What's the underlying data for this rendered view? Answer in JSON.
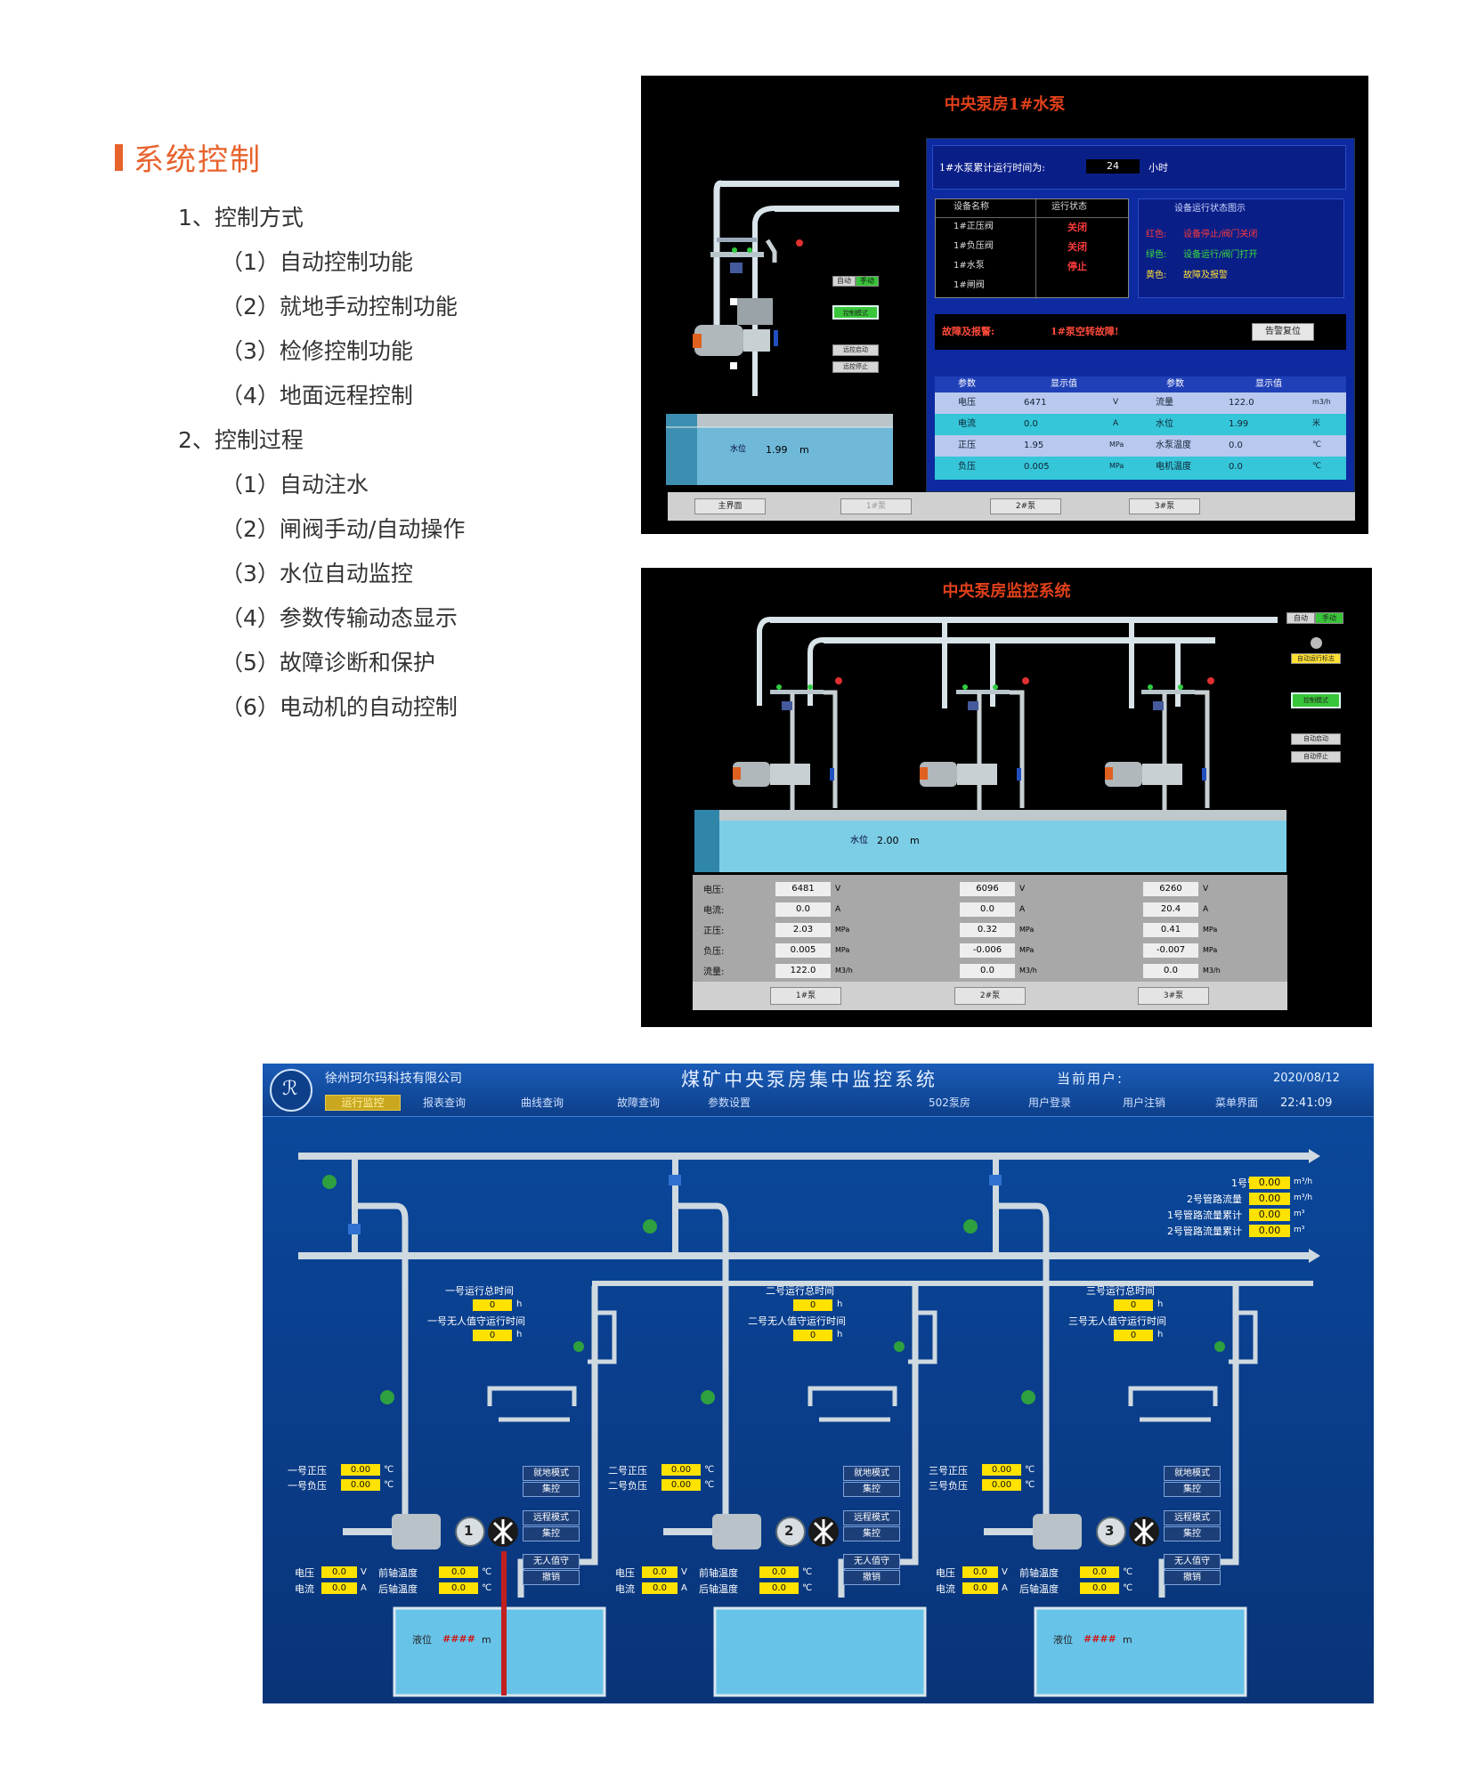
{
  "heading": "系统控制",
  "outline": [
    {
      "label": "1、控制方式",
      "level": 1
    },
    {
      "label": "（1）自动控制功能",
      "level": 2
    },
    {
      "label": "（2）就地手动控制功能",
      "level": 2
    },
    {
      "label": "（3）检修控制功能",
      "level": 2
    },
    {
      "label": "（4）地面远程控制",
      "level": 2
    },
    {
      "label": "2、控制过程",
      "level": 1
    },
    {
      "label": "（1）自动注水",
      "level": 2
    },
    {
      "label": "（2）闸阀手动/自动操作",
      "level": 2
    },
    {
      "label": "（3）水位自动监控",
      "level": 2
    },
    {
      "label": "（4）参数传输动态显示",
      "level": 2
    },
    {
      "label": "（5）故障诊断和保护",
      "level": 2
    },
    {
      "label": "（6）电动机的自动控制",
      "level": 2
    }
  ],
  "screen1": {
    "title": "中央泵房1#水泵",
    "runtime_label": "1#水泵累计运行时间为:",
    "runtime_value": "24",
    "runtime_unit": "小时",
    "status_headers": [
      "设备名称",
      "运行状态"
    ],
    "status_rows": [
      {
        "name": "1#正压阀",
        "state": "关闭"
      },
      {
        "name": "1#负压阀",
        "state": "关闭"
      },
      {
        "name": "1#水泵",
        "state": "停止"
      },
      {
        "name": "1#闸阀",
        "state": ""
      }
    ],
    "legend_title": "设备运行状态图示",
    "legend": [
      {
        "key": "红色:",
        "desc": "设备停止/阀门关闭",
        "color": "#ff3a3a"
      },
      {
        "key": "绿色:",
        "desc": "设备运行/阀门打开",
        "color": "#3adf3a"
      },
      {
        "key": "黄色:",
        "desc": "故障及报警",
        "color": "#ffe033"
      }
    ],
    "fault_label": "故障及报警:",
    "fault_value": "1#泵空转故障!",
    "reset_button": "告警复位",
    "param_headers": [
      "参数",
      "显示值",
      "参数",
      "显示值"
    ],
    "params": [
      {
        "p1": "电压",
        "v1": "6471",
        "u1": "V",
        "p2": "流量",
        "v2": "122.0",
        "u2": "m3/h"
      },
      {
        "p1": "电流",
        "v1": "0.0",
        "u1": "A",
        "p2": "水位",
        "v2": "1.99",
        "u2": "米"
      },
      {
        "p1": "正压",
        "v1": "1.95",
        "u1": "MPa",
        "p2": "水泵温度",
        "v2": "0.0",
        "u2": "℃"
      },
      {
        "p1": "负压",
        "v1": "0.005",
        "u1": "MPa",
        "p2": "电机温度",
        "v2": "0.0",
        "u2": "℃"
      }
    ],
    "water_level_label": "水位",
    "water_level_value": "1.99",
    "water_level_unit": "m",
    "mode_auto": "自动",
    "mode_manual": "手动",
    "btn_a": "控制模式",
    "btn_b": "远控启动",
    "btn_c": "远控停止",
    "nav": [
      "主界面",
      "1#泵",
      "2#泵",
      "3#泵"
    ]
  },
  "screen2": {
    "title": "中央泵房监控系统",
    "water_level_label": "水位",
    "water_level_value": "2.00",
    "water_level_unit": "m",
    "mode_auto": "自动",
    "mode_manual": "手动",
    "auto_flag": "自动运行标志",
    "control_mode": "控制模式",
    "auto_start": "自动启动",
    "auto_stop": "自动停止",
    "row_labels": [
      "电压:",
      "电流:",
      "正压:",
      "负压:",
      "流量:"
    ],
    "units": [
      "V",
      "A",
      "MPa",
      "MPa",
      "M3/h"
    ],
    "pumps": [
      {
        "values": [
          "6481",
          "0.0",
          "2.03",
          "0.005",
          "122.0"
        ],
        "button": "1#泵"
      },
      {
        "values": [
          "6096",
          "0.0",
          "0.32",
          "-0.006",
          "0.0"
        ],
        "button": "2#泵"
      },
      {
        "values": [
          "6260",
          "20.4",
          "0.41",
          "-0.007",
          "0.0"
        ],
        "button": "3#泵"
      }
    ]
  },
  "screen3": {
    "company": "徐州珂尔玛科技有限公司",
    "title": "煤矿中央泵房集中监控系统",
    "user_label": "当前用户:",
    "date": "2020/08/12",
    "time": "22:41:09",
    "menu": [
      "运行监控",
      "报表查询",
      "曲线查询",
      "故障查询",
      "参数设置"
    ],
    "right_menu": [
      "502泵房",
      "用户登录",
      "用户注销",
      "菜单界面"
    ],
    "flows": [
      {
        "label": "1号管路流量",
        "value": "0.00",
        "unit": "m³/h"
      },
      {
        "label": "2号管路流量",
        "value": "0.00",
        "unit": "m³/h"
      },
      {
        "label": "1号管路流量累计",
        "value": "0.00",
        "unit": "m³"
      },
      {
        "label": "2号管路流量累计",
        "value": "0.00",
        "unit": "m³"
      }
    ],
    "modes": [
      "就地模式",
      "集控",
      "远程模式",
      "集控",
      "无人值守",
      "撤销"
    ],
    "level_label": "液位",
    "level_value": "####",
    "level_unit": "m",
    "units": {
      "h": "h",
      "c": "℃",
      "v": "V",
      "a": "A"
    },
    "pumps": [
      {
        "num": "1",
        "run_total": "一号运行总时间",
        "unattended": "一号无人值守运行时间",
        "run_value": "0",
        "un_value": "0",
        "pos_label": "一号正压",
        "neg_label": "一号负压",
        "pos": "0.00",
        "neg": "0.00",
        "voltage": "0.0",
        "current": "0.0",
        "front_temp": "0.0",
        "rear_temp": "0.0"
      },
      {
        "num": "2",
        "run_total": "二号运行总时间",
        "unattended": "二号无人值守运行时间",
        "run_value": "0",
        "un_value": "0",
        "pos_label": "二号正压",
        "neg_label": "二号负压",
        "pos": "0.00",
        "neg": "0.00",
        "voltage": "0.0",
        "current": "0.0",
        "front_temp": "0.0",
        "rear_temp": "0.0"
      },
      {
        "num": "3",
        "run_total": "三号运行总时间",
        "unattended": "三号无人值守运行时间",
        "run_value": "0",
        "un_value": "0",
        "pos_label": "三号正压",
        "neg_label": "三号负压",
        "pos": "0.00",
        "neg": "0.00",
        "voltage": "0.0",
        "current": "0.0",
        "front_temp": "0.0",
        "rear_temp": "0.0"
      }
    ],
    "volt_label": "电压",
    "curr_label": "电流",
    "front_label": "前轴温度",
    "rear_label": "后轴温度"
  }
}
